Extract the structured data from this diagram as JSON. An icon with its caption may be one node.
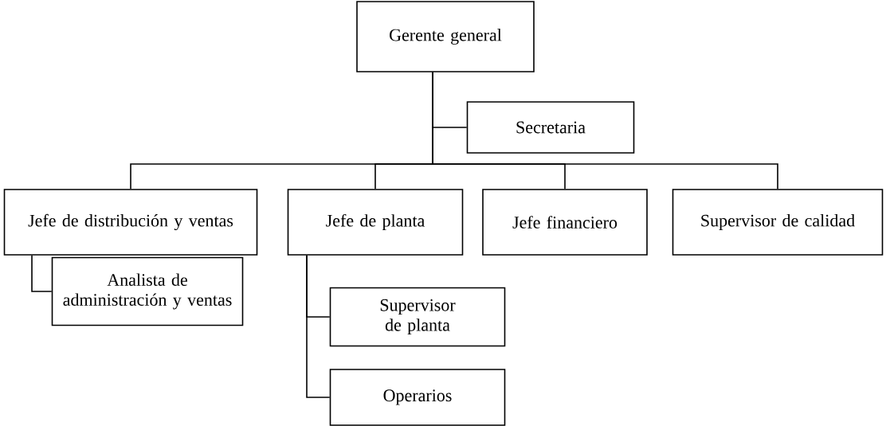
{
  "diagram": {
    "nodes": [
      {
        "text": [
          "Gerente general"
        ]
      },
      {
        "text": [
          "Secretaria"
        ]
      },
      {
        "text": [
          "Jefe de distribución y ventas"
        ]
      },
      {
        "text": [
          "Jefe de planta"
        ]
      },
      {
        "text": [
          "Jefe financiero"
        ]
      },
      {
        "text": [
          "Supervisor de calidad"
        ]
      },
      {
        "text": [
          "Analista de administración y ventas"
        ]
      },
      {
        "text": [
          "Supervisor de planta"
        ]
      },
      {
        "text": [
          "Operarios"
        ]
      }
    ],
    "edges": [
      {
        "from": 0,
        "to": 1,
        "arrow": "none"
      },
      {
        "from": 0,
        "to": 2,
        "arrow": "none"
      },
      {
        "from": 0,
        "to": 3,
        "arrow": "none"
      },
      {
        "from": 0,
        "to": 4,
        "arrow": "none"
      },
      {
        "from": 0,
        "to": 5,
        "arrow": "none"
      },
      {
        "from": 2,
        "to": 6,
        "arrow": "none"
      },
      {
        "from": 3,
        "to": 7,
        "arrow": "none"
      },
      {
        "from": 3,
        "to": 8,
        "arrow": "none"
      }
    ]
  }
}
